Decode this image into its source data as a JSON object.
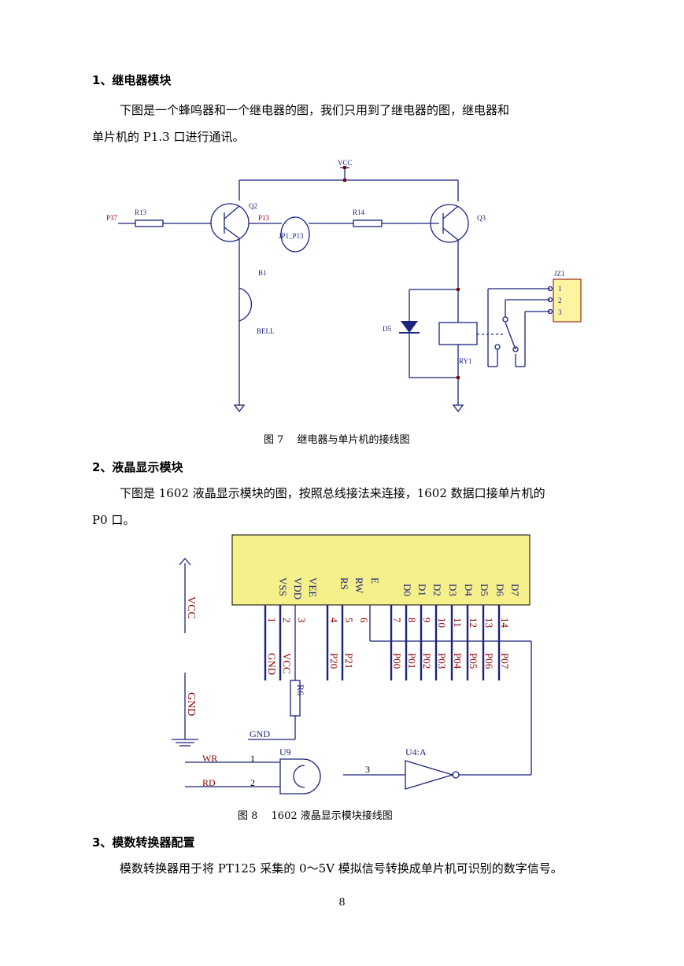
{
  "sections": {
    "s1": {
      "heading": "1、继电器模块",
      "para_line1": "下图是一个蜂鸣器和一个继电器的图，我们只用到了继电器的图，继电器和",
      "para_line2": "单片机的 P1.3 口进行通讯。",
      "caption": "图 7　 继电器与单片机的接线图"
    },
    "s2": {
      "heading": "2、液晶显示模块",
      "para_line1": "下图是 1602 液晶显示模块的图，按照总线接法来连接，1602 数据口接单片机的",
      "para_line2": "P0 口。",
      "caption": "图 8　 1602 液晶显示模块接线图"
    },
    "s3": {
      "heading": "3、模数转换器配置",
      "para_line1": "模数转换器用于将 PT125 采集的 0～5V 模拟信号转换成单片机可识别的数字信号。"
    }
  },
  "page_number": "8",
  "fig7": {
    "vcc": "VCC",
    "p37": "P37",
    "r13": "R13",
    "q2": "Q2",
    "p13": "P13",
    "jp1": "JP1_P13",
    "r14": "R14",
    "q3": "Q3",
    "b1": "B1",
    "bell": "BELL",
    "d5": "D5",
    "ry1": "RY1",
    "jz1": "JZ1",
    "jz1_pins": [
      "1",
      "2",
      "3"
    ]
  },
  "fig8": {
    "vcc": "VCC",
    "gnd": "GND",
    "lcd_pin_names": [
      "VSS",
      "VDD",
      "VEE",
      "RS",
      "RW",
      "E",
      "D0",
      "D1",
      "D2",
      "D3",
      "D4",
      "D5",
      "D6",
      "D7"
    ],
    "lcd_pin_numbers": [
      "1",
      "2",
      "3",
      "4",
      "5",
      "6",
      "7",
      "8",
      "9",
      "10",
      "11",
      "12",
      "13",
      "14"
    ],
    "net_labels": [
      "GND",
      "VCC",
      "P20",
      "P21",
      "P00",
      "P01",
      "P02",
      "P03",
      "P04",
      "P05",
      "P06",
      "P07"
    ],
    "r_label": "R6",
    "gnd_label": "GND",
    "u9": "U9",
    "wr": "WR",
    "rd": "RD",
    "pin1": "1",
    "pin2": "2",
    "pin3": "3",
    "u4a": "U4:A"
  },
  "colors": {
    "wire": "#1a237e",
    "label_red": "#8b0000",
    "dot": "#800000",
    "lcd_fill": "#f6f08a",
    "jz_fill": "#fcf4a0"
  }
}
